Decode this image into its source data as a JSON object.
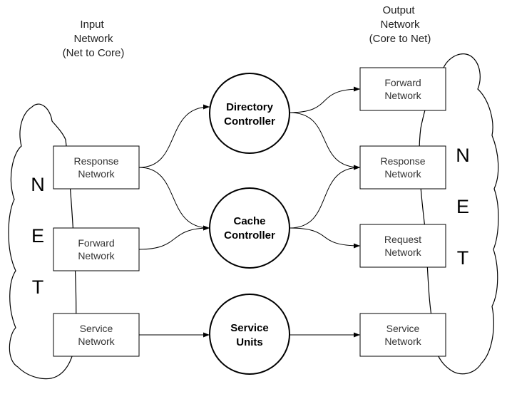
{
  "headers": {
    "input": [
      "Input",
      "Network",
      "(Net to Core)"
    ],
    "output": [
      "Output",
      "Network",
      "(Core to Net)"
    ]
  },
  "net_left": [
    "N",
    "E",
    "T"
  ],
  "net_right": [
    "N",
    "E",
    "T"
  ],
  "input_boxes": [
    [
      "Response",
      "Network"
    ],
    [
      "Forward",
      "Network"
    ],
    [
      "Service",
      "Network"
    ]
  ],
  "output_boxes": [
    [
      "Forward",
      "Network"
    ],
    [
      "Response",
      "Network"
    ],
    [
      "Request",
      "Network"
    ],
    [
      "Service",
      "Network"
    ]
  ],
  "controllers": [
    [
      "Directory",
      "Controller"
    ],
    [
      "Cache",
      "Controller"
    ],
    [
      "Service",
      "Units"
    ]
  ],
  "colors": {
    "stroke": "#000000",
    "fill": "#ffffff"
  }
}
